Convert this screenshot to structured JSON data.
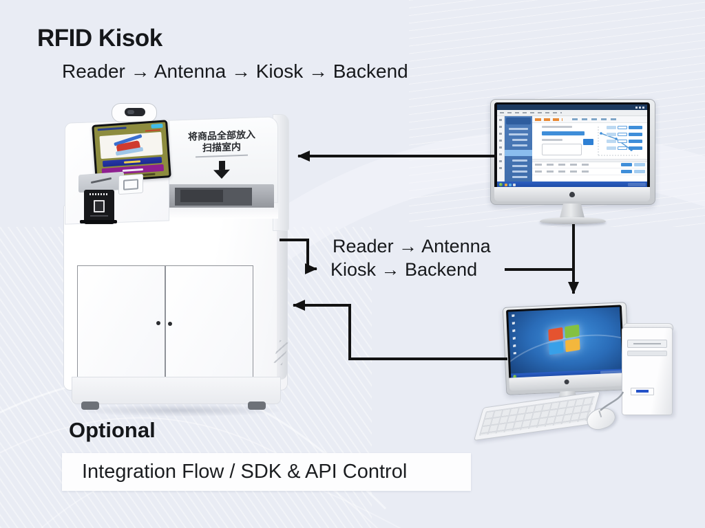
{
  "header": {
    "title": "RFID Kisok",
    "subtitle": "Reader → Antenna → Kiosk → Backend"
  },
  "flow_label": {
    "line1": "Reader → Antenna",
    "line2": "Kiosk → Backend"
  },
  "footer": {
    "heading": "Optional",
    "caption": "Integration Flow / SDK & API Control"
  },
  "kiosk": {
    "bin_notice_line1": "将商品全部放入",
    "bin_notice_line2": "扫描室内"
  },
  "icons": {
    "bin_drop_arrow": "↓",
    "apple_logo": "●",
    "windows_flag": "⊞",
    "flow_arrow": "→"
  },
  "colors": {
    "background": "#e9ecf4",
    "arrow": "#121212",
    "caption_box": "#fdfdfe",
    "software_accent_blue": "#3f8ed9",
    "sidebar_blue": "#4d7cba",
    "taskbar_blue": "#2b5fc4",
    "kiosk_screen_olive": "#8d8c3f",
    "kiosk_button_navy": "#1b2a8f",
    "kiosk_button_magenta": "#8e2090",
    "kiosk_button_cyan": "#41bbe8",
    "win7_red": "#e5532f",
    "win7_green": "#84c141",
    "win7_blue": "#38a0e8",
    "win7_yellow": "#f3b73d"
  }
}
